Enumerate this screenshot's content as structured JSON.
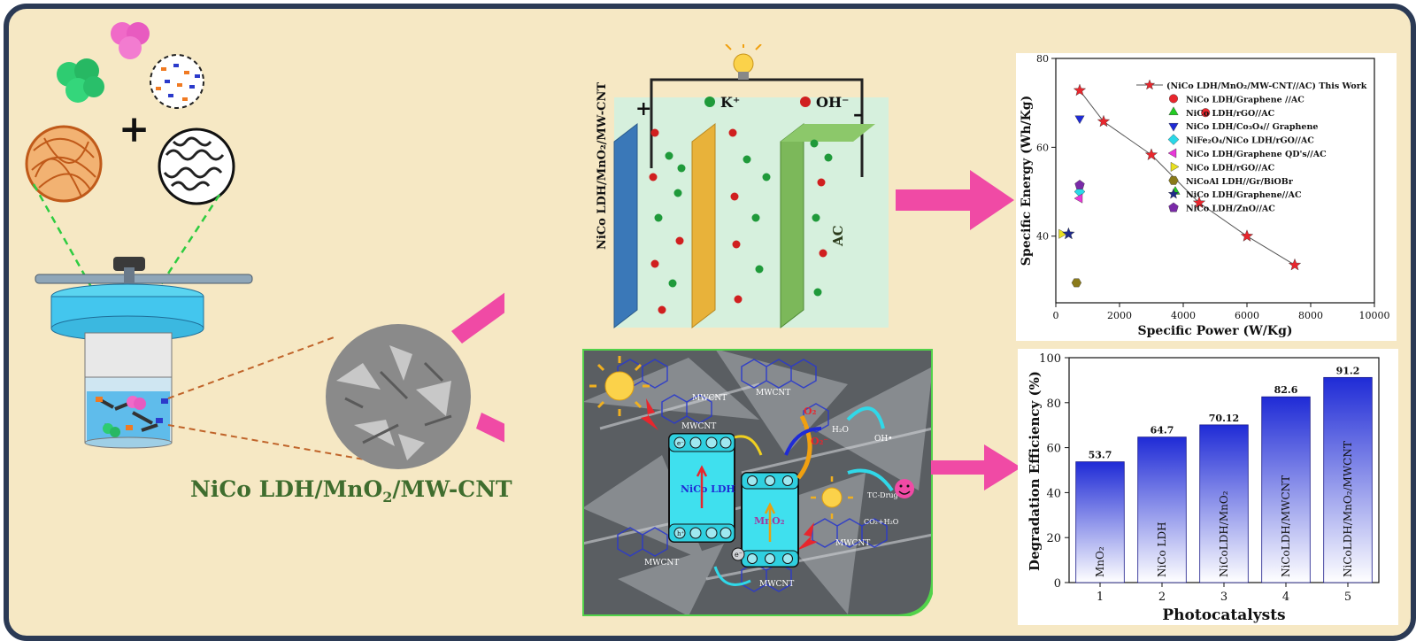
{
  "material_label": {
    "prefix": "NiCo LDH/MnO",
    "sub": "2",
    "suffix": "/MW-CNT"
  },
  "cell": {
    "electrode_label": "NiCo LDH/MnO₂/MW-CNT",
    "counter_label": "AC",
    "plus": "+",
    "minus": "–",
    "cation": "K⁺",
    "anion": "OH⁻"
  },
  "photocat": {
    "mwcnt": "MWCNT",
    "nico": "NiCo LDH",
    "mno2": "MnO₂",
    "o2": "O₂",
    "o2_radical": "O₂⁻",
    "h2o": "H₂O",
    "oh_radical": "OH•",
    "drug": "TC-Drug",
    "products": "CO₂+H₂O",
    "e": "e⁻",
    "h": "h⁺",
    "plus_sign": "+"
  },
  "colors": {
    "pink_arrow": "#f04aa5",
    "bar_top": "#1f2bd6",
    "bar_bottom": "#ffffff",
    "frame": "#2b3a55",
    "background": "#f6e8c4",
    "accent_green": "#3f6d2e"
  },
  "chart_data": [
    {
      "type": "scatter",
      "xlabel": "Specific Power (W/Kg)",
      "ylabel": "Specific Energy (Wh/Kg)",
      "xlim": [
        0,
        10000
      ],
      "ylim": [
        25,
        80
      ],
      "xticks": [
        "0",
        "2000",
        "4000",
        "6000",
        "8000",
        "10000"
      ],
      "yticks": [
        "40",
        "60",
        "80"
      ],
      "legend": "top-right",
      "series": [
        {
          "name": "(NiCo LDH/MnO₂/MW-CNT//AC) This Work",
          "marker": "star",
          "color": "#e8262d",
          "connected": true,
          "x": [
            750,
            1500,
            3000,
            4500,
            6000,
            7500
          ],
          "y": [
            72.8,
            65.8,
            58.3,
            47.5,
            40.0,
            33.5
          ]
        },
        {
          "name": "NiCo LDH/Graphene //AC",
          "marker": "circle",
          "color": "#e8262d",
          "x": [
            4700
          ],
          "y": [
            67.8
          ]
        },
        {
          "name": "NiCo LDH/rGO//AC",
          "marker": "triangle-up",
          "color": "#22cc22",
          "x": [
            3750
          ],
          "y": [
            50.0
          ]
        },
        {
          "name": "NiCo LDH/Co₃O₄// Graphene",
          "marker": "triangle-down",
          "color": "#1f2bd6",
          "x": [
            750
          ],
          "y": [
            66.5
          ]
        },
        {
          "name": "NiFe₂O₄/NiCo LDH/rGO//AC",
          "marker": "diamond",
          "color": "#2ad8e8",
          "x": [
            750
          ],
          "y": [
            50.0
          ]
        },
        {
          "name": "NiCo LDH/Graphene QD's//AC",
          "marker": "triangle-left",
          "color": "#e838d8",
          "x": [
            750
          ],
          "y": [
            48.5
          ]
        },
        {
          "name": "NiCo LDH/rGO//AC",
          "marker": "triangle-right",
          "color": "#e8e020",
          "x": [
            180
          ],
          "y": [
            40.5
          ]
        },
        {
          "name": "NiCoAl LDH//Gr/BiOBr",
          "marker": "hexagon",
          "color": "#8a7a1a",
          "x": [
            650
          ],
          "y": [
            29.5
          ]
        },
        {
          "name": "NiCo LDH/Graphene//AC",
          "marker": "star",
          "color": "#1f2b8a",
          "x": [
            400
          ],
          "y": [
            40.5
          ]
        },
        {
          "name": "NiCo LDH/ZnO//AC",
          "marker": "pentagon",
          "color": "#7a2aa8",
          "x": [
            750
          ],
          "y": [
            51.5
          ]
        }
      ]
    },
    {
      "type": "bar",
      "xlabel": "Photocatalysts",
      "ylabel": "Degradation Efficiency (%)",
      "ylim": [
        0,
        100
      ],
      "yticks": [
        "0",
        "20",
        "40",
        "60",
        "80",
        "100"
      ],
      "categories": [
        "1",
        "2",
        "3",
        "4",
        "5"
      ],
      "bar_names": [
        "MnO₂",
        "NiCo LDH",
        "NiCoLDH/MnO₂",
        "NiCoLDH/MWCNT",
        "NiCoLDH/MnO₂/MWCNT"
      ],
      "values": [
        53.7,
        64.7,
        70.12,
        82.6,
        91.2
      ],
      "value_labels": [
        "53.7",
        "64.7",
        "70.12",
        "82.6",
        "91.2"
      ]
    }
  ]
}
